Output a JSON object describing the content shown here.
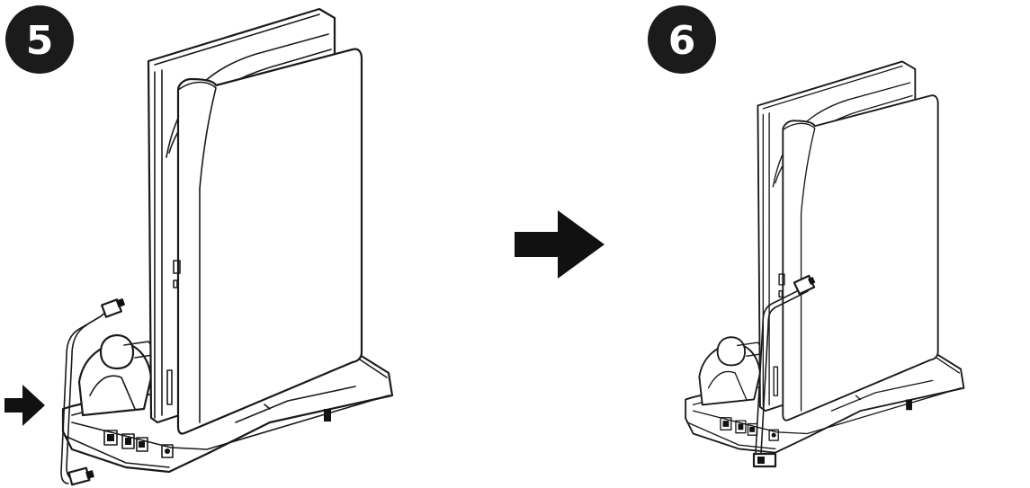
{
  "steps": [
    {
      "number": "5"
    },
    {
      "number": "6"
    }
  ],
  "colors": {
    "ink": "#111111",
    "badge": "#1b1b1b",
    "background": "#ffffff"
  },
  "icons": [
    "step-badge",
    "arrow-right-icon"
  ]
}
